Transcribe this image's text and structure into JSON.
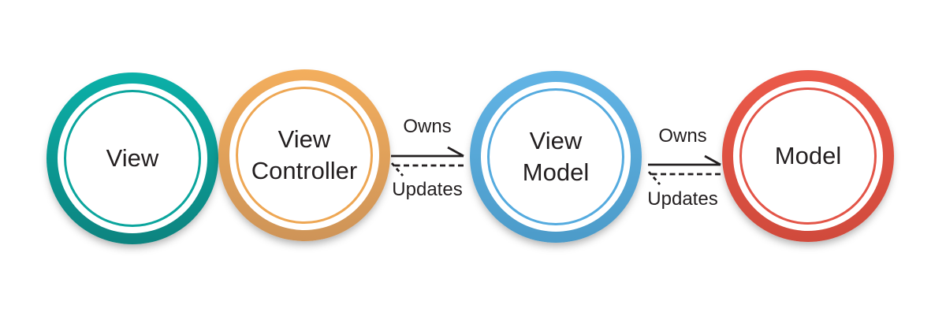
{
  "diagram": {
    "title": "MVVM architecture diagram",
    "background_color": "#ffffff",
    "text_color": "#231f20",
    "arrow_color": "#231f20",
    "nodes": [
      {
        "id": "view",
        "label": "View",
        "lines": [
          "View"
        ],
        "ring_gradient_top": "#0bb0a8",
        "ring_gradient_bottom": "#0d837f",
        "inner_ring_color": "#0ba59d"
      },
      {
        "id": "view-controller",
        "label": "View Controller",
        "lines": [
          "View",
          "Controller"
        ],
        "ring_gradient_top": "#f3ae5d",
        "ring_gradient_bottom": "#ce9458",
        "inner_ring_color": "#eea754"
      },
      {
        "id": "view-model",
        "label": "View Model",
        "lines": [
          "View",
          "Model"
        ],
        "ring_gradient_top": "#62b4e5",
        "ring_gradient_bottom": "#4c9bc9",
        "inner_ring_color": "#55abdf"
      },
      {
        "id": "model",
        "label": "Model",
        "lines": [
          "Model"
        ],
        "ring_gradient_top": "#eb5a4a",
        "ring_gradient_bottom": "#d04a3c",
        "inner_ring_color": "#e35548"
      }
    ],
    "connections": [
      {
        "from": "view-controller",
        "to": "view-model",
        "owns": "Owns",
        "updates": "Updates"
      },
      {
        "from": "view-model",
        "to": "model",
        "owns": "Owns",
        "updates": "Updates"
      }
    ]
  }
}
